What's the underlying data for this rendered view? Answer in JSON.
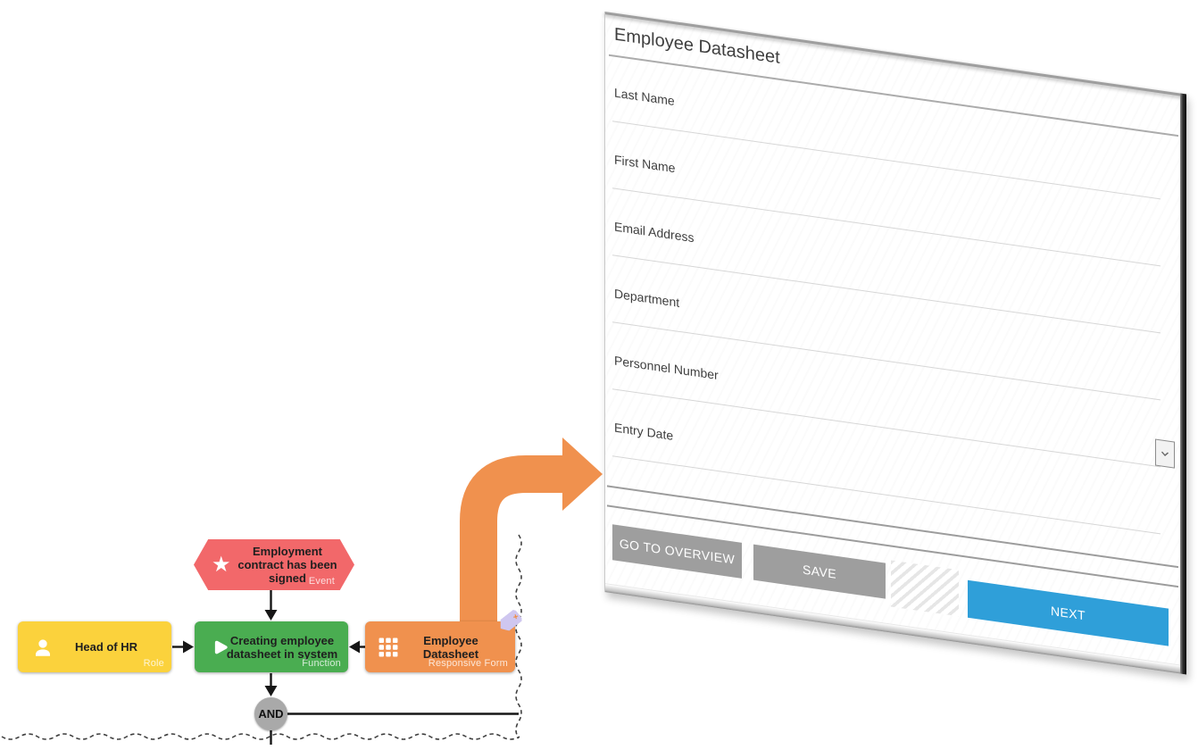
{
  "diagram": {
    "event": {
      "label": "Employment contract has been signed",
      "type_label": "Event"
    },
    "role": {
      "label": "Head of HR",
      "type_label": "Role"
    },
    "function": {
      "label": "Creating employee datasheet in system",
      "type_label": "Function"
    },
    "form_node": {
      "label": "Employee Datasheet",
      "type_label": "Responsive Form",
      "badge": "+"
    },
    "connector": {
      "label": "AND"
    }
  },
  "form": {
    "title": "Employee Datasheet",
    "fields": [
      {
        "label": "Last Name",
        "control": "text"
      },
      {
        "label": "First Name",
        "control": "text"
      },
      {
        "label": "Email Address",
        "control": "text"
      },
      {
        "label": "Department",
        "control": "text"
      },
      {
        "label": "Personnel Number",
        "control": "select"
      },
      {
        "label": "Entry Date",
        "control": "text"
      }
    ],
    "buttons": {
      "overview": "GO TO OVERVIEW",
      "save": "SAVE",
      "next": "NEXT"
    }
  },
  "colors": {
    "event_red": "#f2686a",
    "role_yellow": "#fbd23c",
    "function_green": "#4aad51",
    "form_orange": "#f0914e",
    "connector_gray": "#a9a9a9",
    "annotation_arrow_orange": "#f0914e",
    "primary_button_blue": "#2f9fd9",
    "secondary_button_gray": "#9e9e9e",
    "tag_lavender": "#cfc7f0"
  }
}
